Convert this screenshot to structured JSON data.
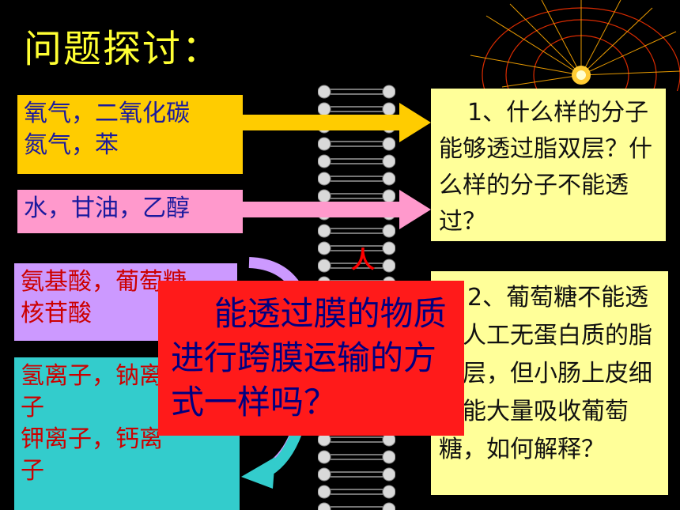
{
  "title": "问题探讨：",
  "boxes": {
    "b1_line1": "氧气，二氧化碳",
    "b1_line2": "氮气，苯",
    "b2": "水，甘油，乙醇",
    "b3_line1": "氨基酸，葡萄糖",
    "b3_line2": "核苷酸",
    "b4_line1": "氢离子，钠离",
    "b4_line2": "子",
    "b4_line3": "钾离子，钙离",
    "b4_line4": "子"
  },
  "questions": {
    "q1": "1、什么样的分子能够透过脂双层？什么样的分子不能透过？",
    "q2": "2、葡萄糖不能透过人工无蛋白质的脂双层，但小肠上皮细胞能大量吸收葡萄糖，如何解释？"
  },
  "overlay": {
    "ren_label": "人",
    "red_text": "能透过膜的物质进行跨膜运输的方式一样吗？"
  },
  "colors": {
    "yellow_box": "#ffcc00",
    "pink_box": "#ff99cc",
    "purple_box": "#cc99ff",
    "teal_box": "#33cccc",
    "question_box": "#ffff99",
    "red_panel": "#ff1a1a",
    "arrow": "#ff99ff"
  }
}
